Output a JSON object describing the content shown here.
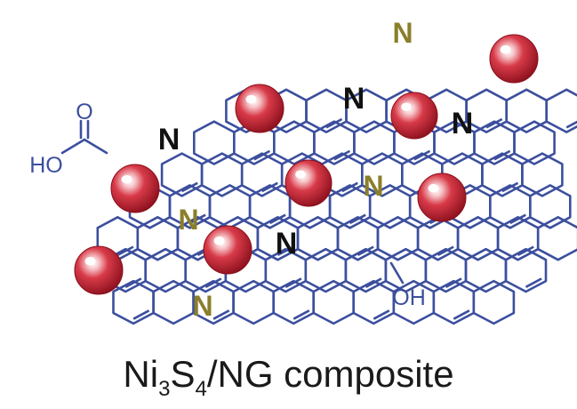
{
  "colors": {
    "bond": "#3c4f9e",
    "black_n": "#111111",
    "olive_n": "#8a7f2a",
    "group_text": "#3c4f9e",
    "particle": "#c42535",
    "particle_dark": "#8a0f1c",
    "highlight": "#ffffff",
    "caption": "#1a1a1a"
  },
  "atoms": {
    "n_black_1": "N",
    "n_black_2": "N",
    "n_black_3": "N",
    "n_black_4": "N",
    "n_olive_1": "N",
    "n_olive_2": "N",
    "n_olive_3": "N",
    "n_olive_4": "N",
    "carboxyl_o": "O",
    "carboxyl_ho": "HO",
    "hydroxyl": "OH"
  },
  "caption": {
    "part1": "Ni",
    "sub1": "3",
    "part2": "S",
    "sub2": "4",
    "part3": "/NG composite"
  },
  "particle_icon": "red-sphere-icon"
}
